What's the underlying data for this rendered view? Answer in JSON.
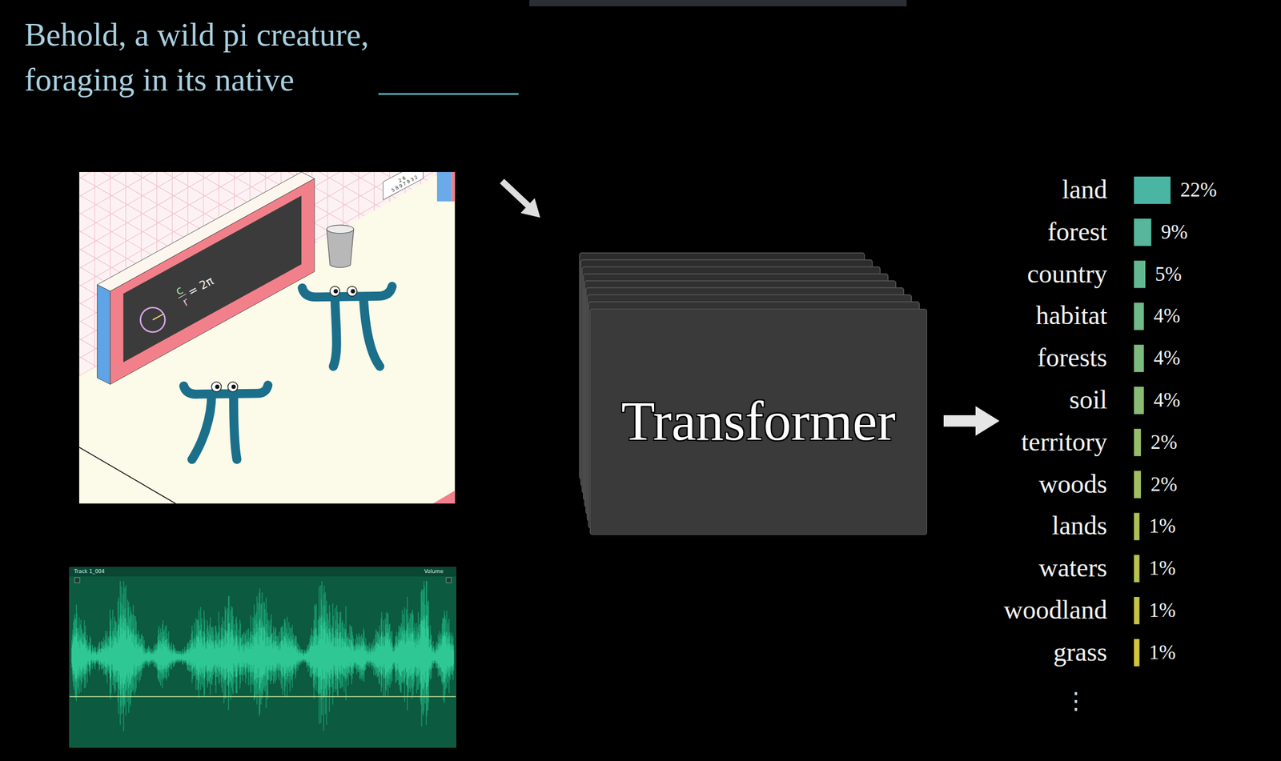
{
  "diagram": {
    "title": "Behold, a wild pi creature, foraging in its native",
    "nodes": [
      {
        "text": [
          "Transformer"
        ]
      }
    ],
    "labels": [
      "c",
      "r",
      "= 2π",
      "2 6",
      "5 8 9 7 9 3 2",
      "Track 1_004",
      "Volume",
      "land",
      "22%",
      "forest",
      "9%",
      "country",
      "5%",
      "habitat",
      "4%",
      "forests",
      "4%",
      "soil",
      "4%",
      "territory",
      "2%",
      "woods",
      "2%",
      "lands",
      "1%",
      "waters",
      "1%",
      "woodland",
      "1%",
      "grass",
      "1%",
      "⋮"
    ]
  }
}
